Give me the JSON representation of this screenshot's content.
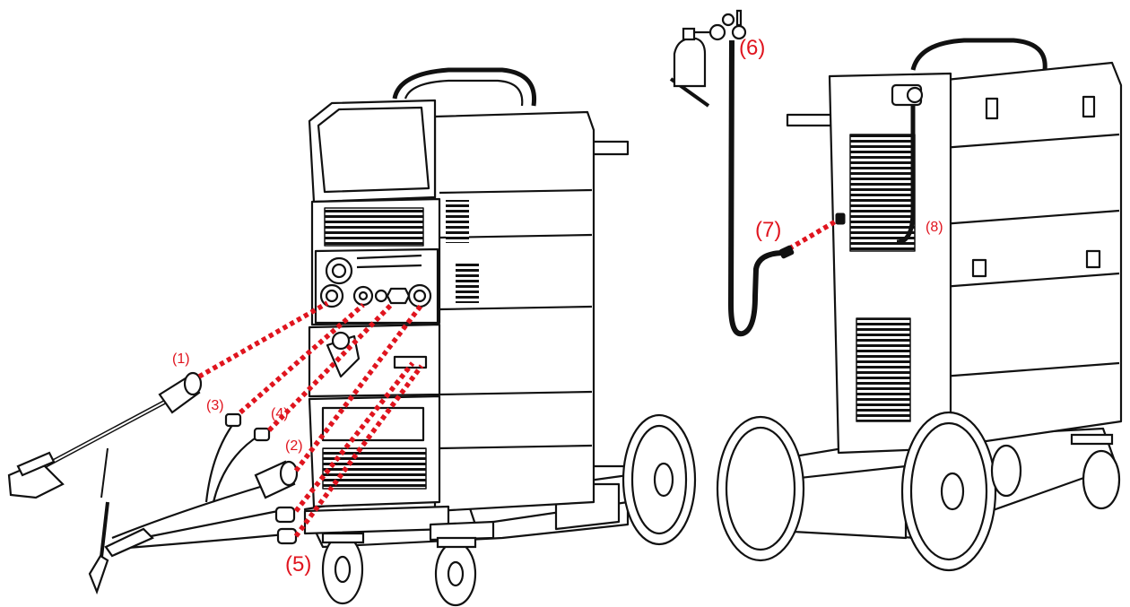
{
  "diagram": {
    "accent_color": "#e0141e",
    "line_color": "#111111",
    "callouts": [
      {
        "id": "c1",
        "label": "(1)"
      },
      {
        "id": "c2",
        "label": "(2)"
      },
      {
        "id": "c3",
        "label": "(3)"
      },
      {
        "id": "c4",
        "label": "(4)"
      },
      {
        "id": "c5",
        "label": "(5)"
      },
      {
        "id": "c6",
        "label": "(6)"
      },
      {
        "id": "c7",
        "label": "(7)"
      },
      {
        "id": "c8",
        "label": "(8)"
      }
    ]
  }
}
